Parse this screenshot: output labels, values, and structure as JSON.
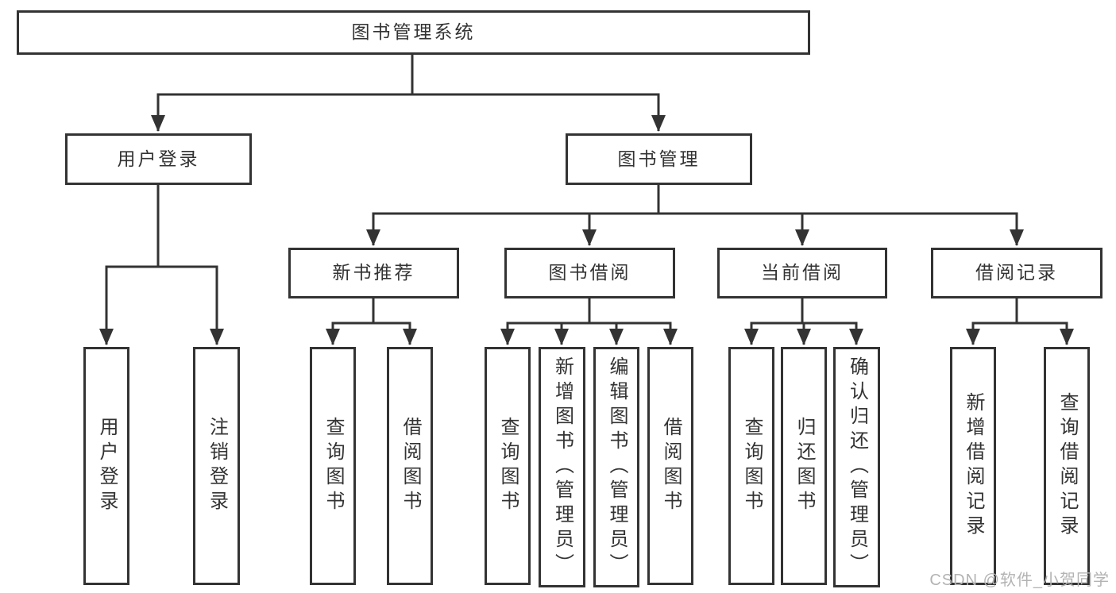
{
  "tree": {
    "root": "图书管理系统",
    "login": {
      "label": "用户登录",
      "children": [
        "用户登录",
        "注销登录"
      ]
    },
    "management": {
      "label": "图书管理",
      "sections": [
        {
          "label": "新书推荐",
          "children": [
            "查询图书",
            "借阅图书"
          ]
        },
        {
          "label": "图书借阅",
          "children": [
            "查询图书",
            "新增图书（管理员）",
            "编辑图书（管理员）",
            "借阅图书"
          ]
        },
        {
          "label": "当前借阅",
          "children": [
            "查询图书",
            "归还图书",
            "确认归还（管理员）"
          ]
        },
        {
          "label": "借阅记录",
          "children": [
            "新增借阅记录",
            "查询借阅记录"
          ]
        }
      ]
    }
  },
  "watermark": {
    "text": "CSDN @软件_小贺同学",
    "color": "#b3b3b3"
  },
  "colors": {
    "line": "#333333",
    "box_border": "#333333",
    "text": "#333333",
    "background": "#ffffff"
  }
}
